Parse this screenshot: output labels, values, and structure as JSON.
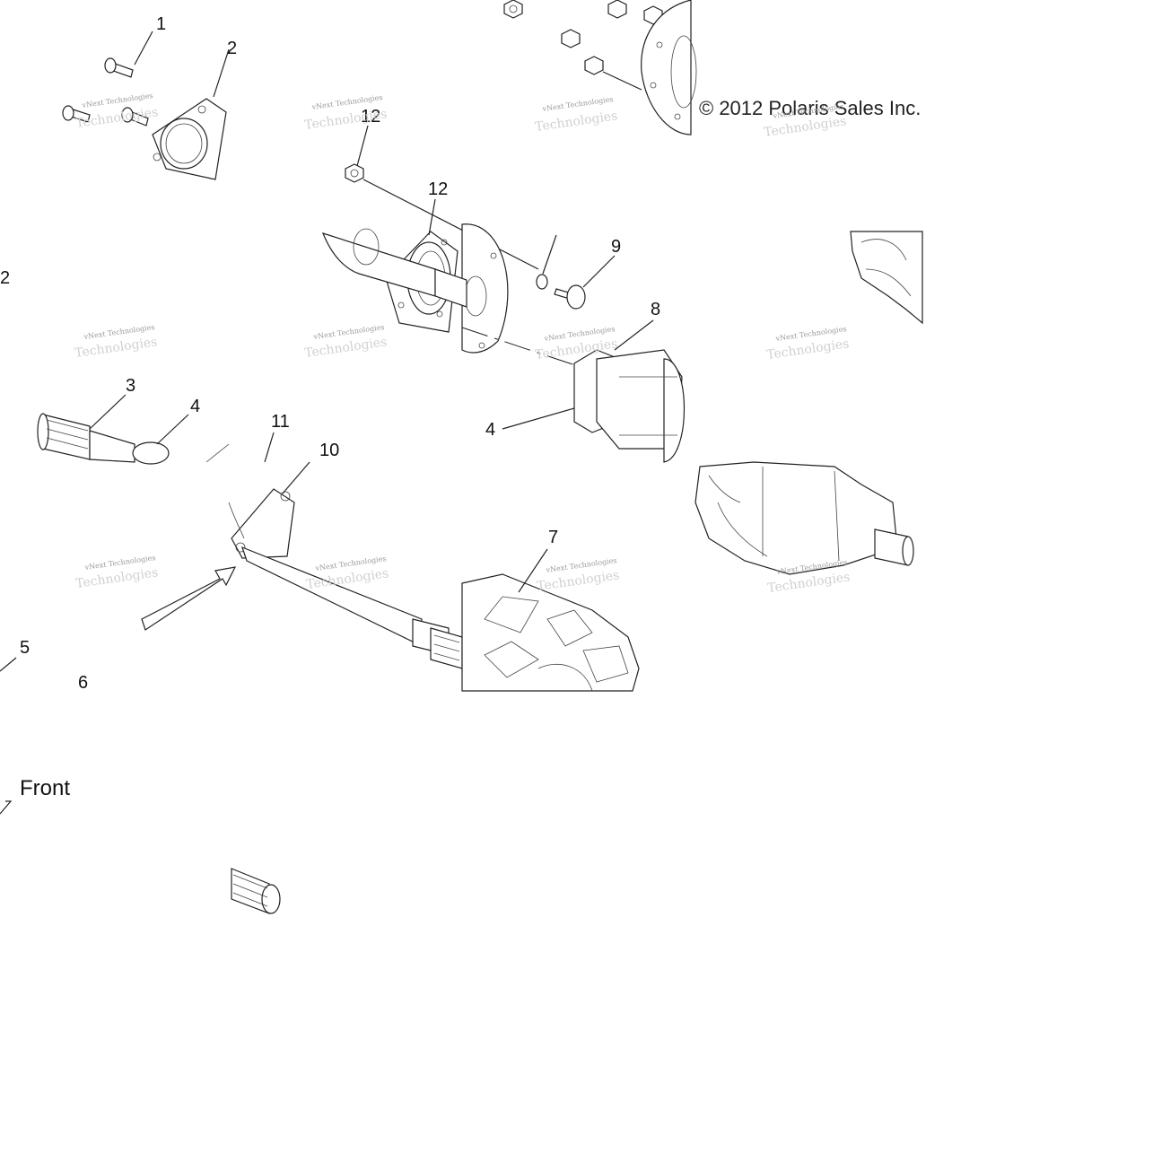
{
  "callouts": {
    "c1": "1",
    "c2a": "2",
    "c2b": "2",
    "c3": "3",
    "c4a": "4",
    "c4b": "4",
    "c5": "5",
    "c6": "6",
    "c7": "7",
    "c8": "8",
    "c9": "9",
    "c10": "10",
    "c11": "11",
    "c12a": "12",
    "c12b": "12"
  },
  "front_label": "Front",
  "copyright": "© 2012 Polaris Sales Inc.",
  "watermark": {
    "line1": "vNext Technologies",
    "line2": "Technologies"
  }
}
